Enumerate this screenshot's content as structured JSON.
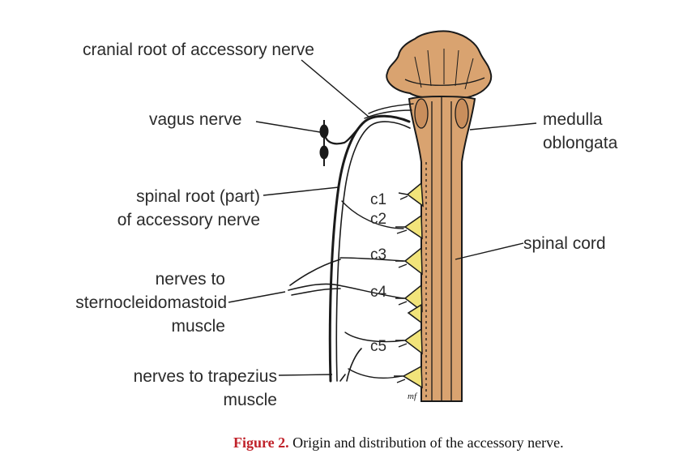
{
  "labels": {
    "cranial_root": "cranial root of accessory nerve",
    "vagus": "vagus nerve",
    "spinal_root_l1": "spinal root (part)",
    "spinal_root_l2": "of accessory nerve",
    "scm_l1": "nerves to",
    "scm_l2": "sternocleidomastoid",
    "scm_l3": "muscle",
    "trap_l1": "nerves to trapezius",
    "trap_l2": "muscle",
    "medulla_l1": "medulla",
    "medulla_l2": "oblongata",
    "spinal_cord": "spinal cord"
  },
  "levels": [
    "c1",
    "c2",
    "c3",
    "c4",
    "c5"
  ],
  "caption": {
    "number": "Figure 2.",
    "text": "Origin and distribution of the accessory nerve."
  },
  "artist_mark": "mf",
  "colors": {
    "brainstem_fill": "#d9a370",
    "ganglion_fill": "#f2e47a",
    "line": "#1a1a1a",
    "label_text": "#2b2b2b",
    "caption_number": "#c0222a"
  }
}
